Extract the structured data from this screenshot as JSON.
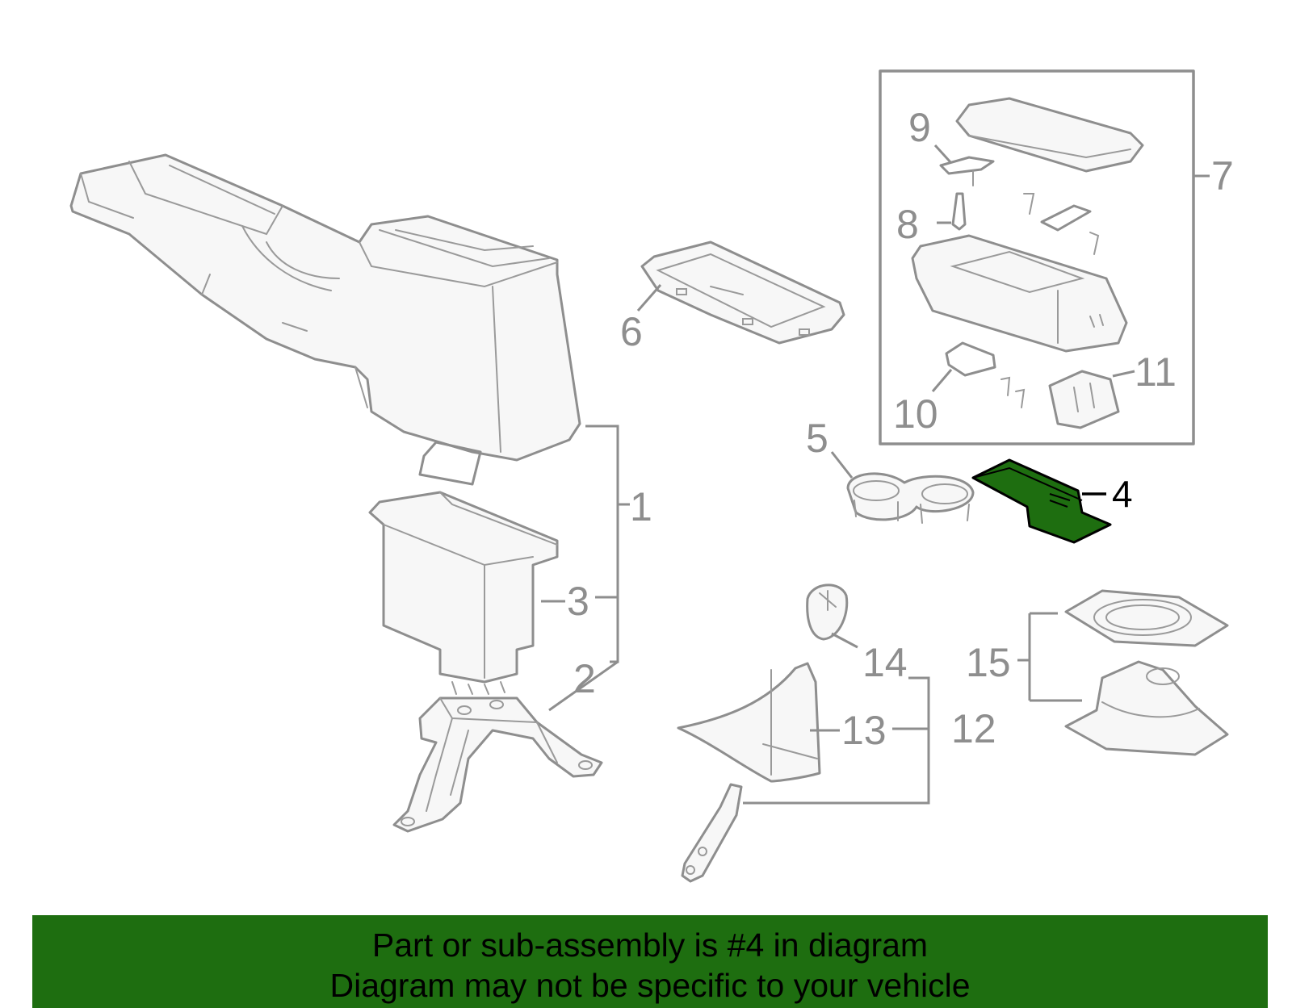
{
  "highlight_color": "#1e6e10",
  "banner": {
    "background": "#1e6e10",
    "line1": "Part or sub-assembly is #4 in diagram",
    "line2": "Diagram may not be specific to your vehicle"
  },
  "callouts": {
    "c1": "1",
    "c2": "2",
    "c3": "3",
    "c4": "4",
    "c5": "5",
    "c6": "6",
    "c7": "7",
    "c8": "8",
    "c9": "9",
    "c10": "10",
    "c11": "11",
    "c12": "12",
    "c13": "13",
    "c14": "14",
    "c15": "15"
  }
}
